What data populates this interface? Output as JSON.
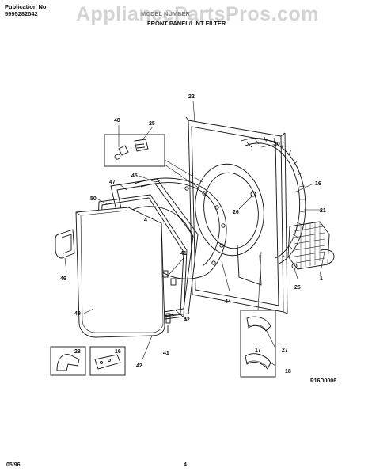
{
  "header": {
    "pub_label": "Publication No.",
    "pub_number": "5995282042",
    "model_line": "MODEL NUMBER",
    "section_title": "FRONT PANEL/LINT FILTER"
  },
  "watermark": "AppliancePartsPros.com",
  "diagram": {
    "code": "P16D0006",
    "callouts": [
      "48",
      "25",
      "22",
      "20",
      "45",
      "47",
      "16",
      "50",
      "4",
      "26",
      "21",
      "1",
      "41",
      "46",
      "26",
      "44",
      "49",
      "42",
      "27",
      "28",
      "16",
      "17",
      "18",
      "41",
      "42"
    ]
  },
  "footer": {
    "date": "05/96",
    "page": "4"
  }
}
